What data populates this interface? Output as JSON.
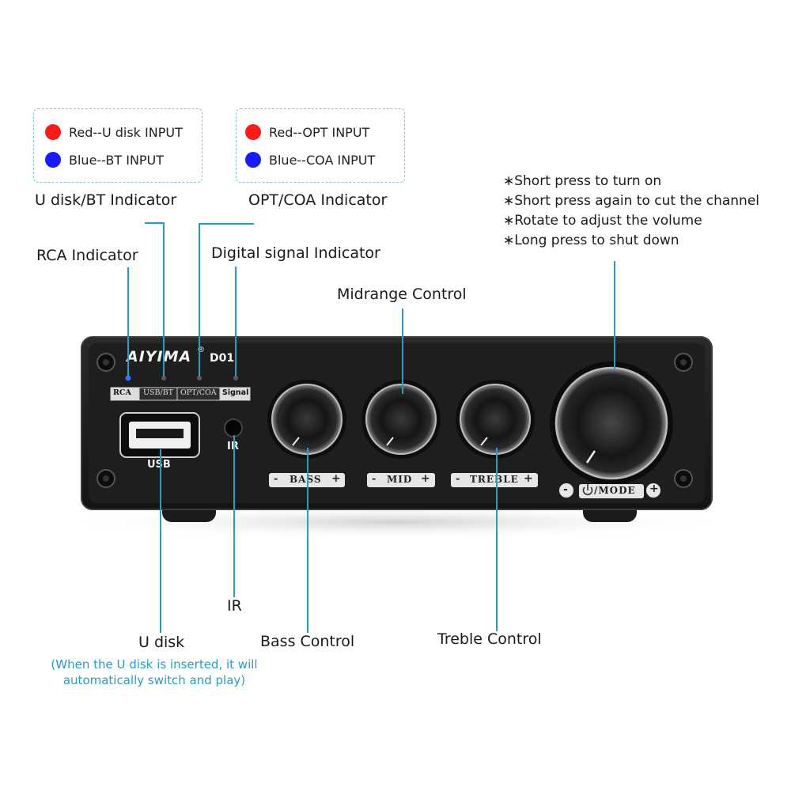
{
  "legend_left": {
    "red": "Red--U disk INPUT",
    "blue": "Blue--BT INPUT"
  },
  "legend_right": {
    "red": "Red--OPT INPUT",
    "blue": "Blue--COA INPUT"
  },
  "labels": {
    "udisk_bt_indicator": "U disk/BT Indicator",
    "opt_coa_indicator": "OPT/COA Indicator",
    "rca_indicator": "RCA Indicator",
    "digital_signal_indicator": "Digital signal Indicator",
    "midrange_control": "Midrange Control",
    "ir": "IR",
    "u_disk": "U disk",
    "u_disk_note_1": "(When the U disk is inserted, it will",
    "u_disk_note_2": "automatically switch and play)",
    "bass_control": "Bass Control",
    "treble_control": "Treble Control"
  },
  "notes": [
    "∗Short press to turn on",
    "∗Short press again to cut the channel",
    "∗Rotate to adjust the volume",
    "∗Long press to shut down"
  ],
  "device": {
    "brand": "AIYIMA",
    "registered": "®",
    "model": "D01",
    "tags": [
      "RCA",
      "USB/BT",
      "OPT/COA",
      "Signal"
    ],
    "usb_label": "USB",
    "ir_label": "IR",
    "bass": "BASS",
    "mid": "MID",
    "treble": "TREBLE",
    "mode": "/MODE",
    "minus": "-",
    "plus": "+"
  },
  "colors": {
    "red": "#ff1a1a",
    "blue": "#1a1aff",
    "callout": "#2a9bc7",
    "panel": "#1c1c1c"
  }
}
